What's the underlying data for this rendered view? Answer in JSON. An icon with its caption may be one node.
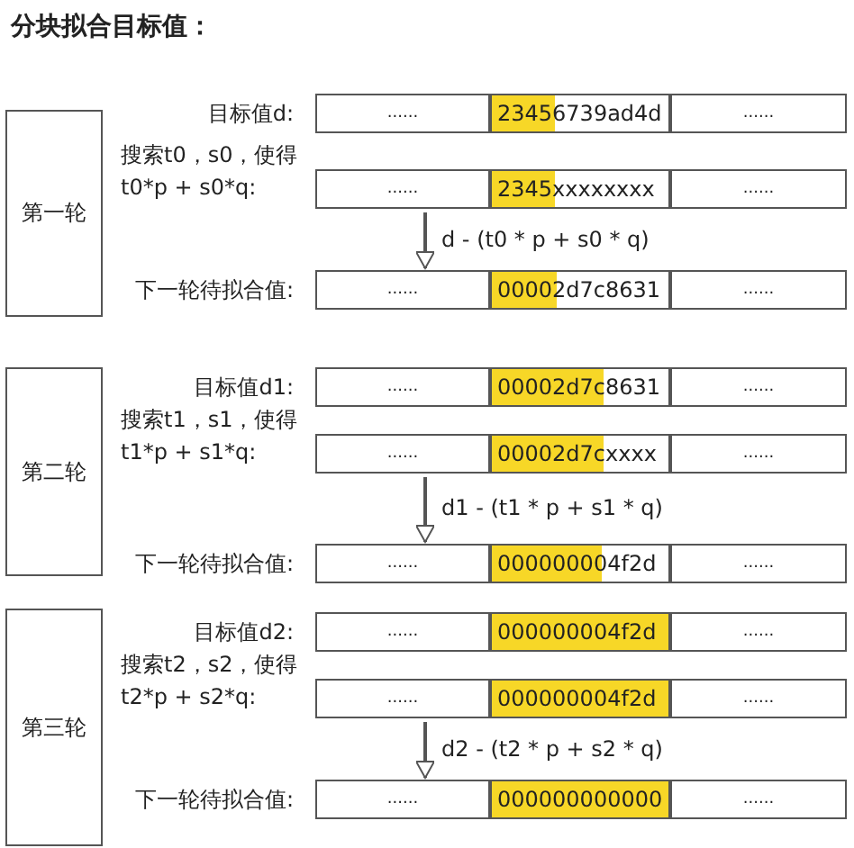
{
  "diagram": {
    "title": "分块拟合目标值：",
    "nodes": [
      {
        "text": [
          "第一轮"
        ]
      },
      {
        "text": [
          "......",
          "23456739ad4d",
          "......"
        ],
        "beside": [
          "目标值d:"
        ]
      },
      {
        "text": [
          "......",
          "2345xxxxxxxx",
          "......"
        ],
        "beside": [
          "搜索t0，s0，使得t0*p + s0*q:"
        ]
      },
      {
        "text": [
          "......",
          "00002d7c8631",
          "......"
        ],
        "beside": [
          "下一轮待拟合值:"
        ]
      },
      {
        "text": [
          "第二轮"
        ]
      },
      {
        "text": [
          "......",
          "00002d7c8631",
          "......"
        ],
        "beside": [
          "目标值d1:"
        ]
      },
      {
        "text": [
          "......",
          "00002d7cxxxx",
          "......"
        ],
        "beside": [
          "搜索t1，s1，使得t1*p + s1*q:"
        ]
      },
      {
        "text": [
          "......",
          "000000004f2d",
          "......"
        ],
        "beside": [
          "下一轮待拟合值:"
        ]
      },
      {
        "text": [
          "第三轮"
        ]
      },
      {
        "text": [
          "......",
          "000000004f2d",
          "......"
        ],
        "beside": [
          "目标值d2:"
        ]
      },
      {
        "text": [
          "......",
          "000000004f2d",
          "......"
        ],
        "beside": [
          "搜索t2，s2，使得t2*p + s2*q:"
        ]
      },
      {
        "text": [
          "......",
          "000000000000",
          "......"
        ],
        "beside": [
          "下一轮待拟合值:"
        ]
      }
    ],
    "edges": [
      {
        "from": 2,
        "to": 3,
        "arrow": "to",
        "label": "d - (t0 * p + s0 * q)"
      },
      {
        "from": 6,
        "to": 7,
        "arrow": "to",
        "label": "d1 - (t1 * p + s1 * q)"
      },
      {
        "from": 10,
        "to": 11,
        "arrow": "to",
        "label": "d2 - (t2 * p + s2 * q)"
      }
    ]
  }
}
